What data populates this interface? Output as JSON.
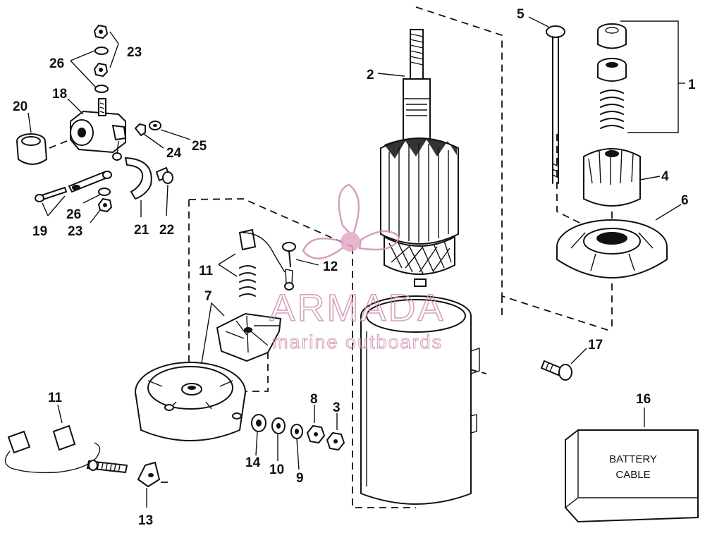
{
  "callouts": {
    "c1": "1",
    "c2": "2",
    "c3": "3",
    "c4": "4",
    "c5": "5",
    "c6": "6",
    "c7": "7",
    "c8": "8",
    "c9": "9",
    "c10": "10",
    "c11a": "11",
    "c11b": "11",
    "c12": "12",
    "c13": "13",
    "c14": "14",
    "c16": "16",
    "c17": "17",
    "c18": "18",
    "c19": "19",
    "c20": "20",
    "c21": "21",
    "c22": "22",
    "c23a": "23",
    "c23b": "23",
    "c24": "24",
    "c25": "25",
    "c26a": "26",
    "c26b": "26"
  },
  "battery_cable": {
    "line1": "BATTERY",
    "line2": "CABLE"
  },
  "watermark": {
    "title": "ARMADA",
    "subtitle": "marine outboards"
  },
  "colors": {
    "ink": "#111111",
    "watermark": "#cf8fb0"
  },
  "icons": {
    "watermark_logo": "propeller-logo-icon"
  }
}
